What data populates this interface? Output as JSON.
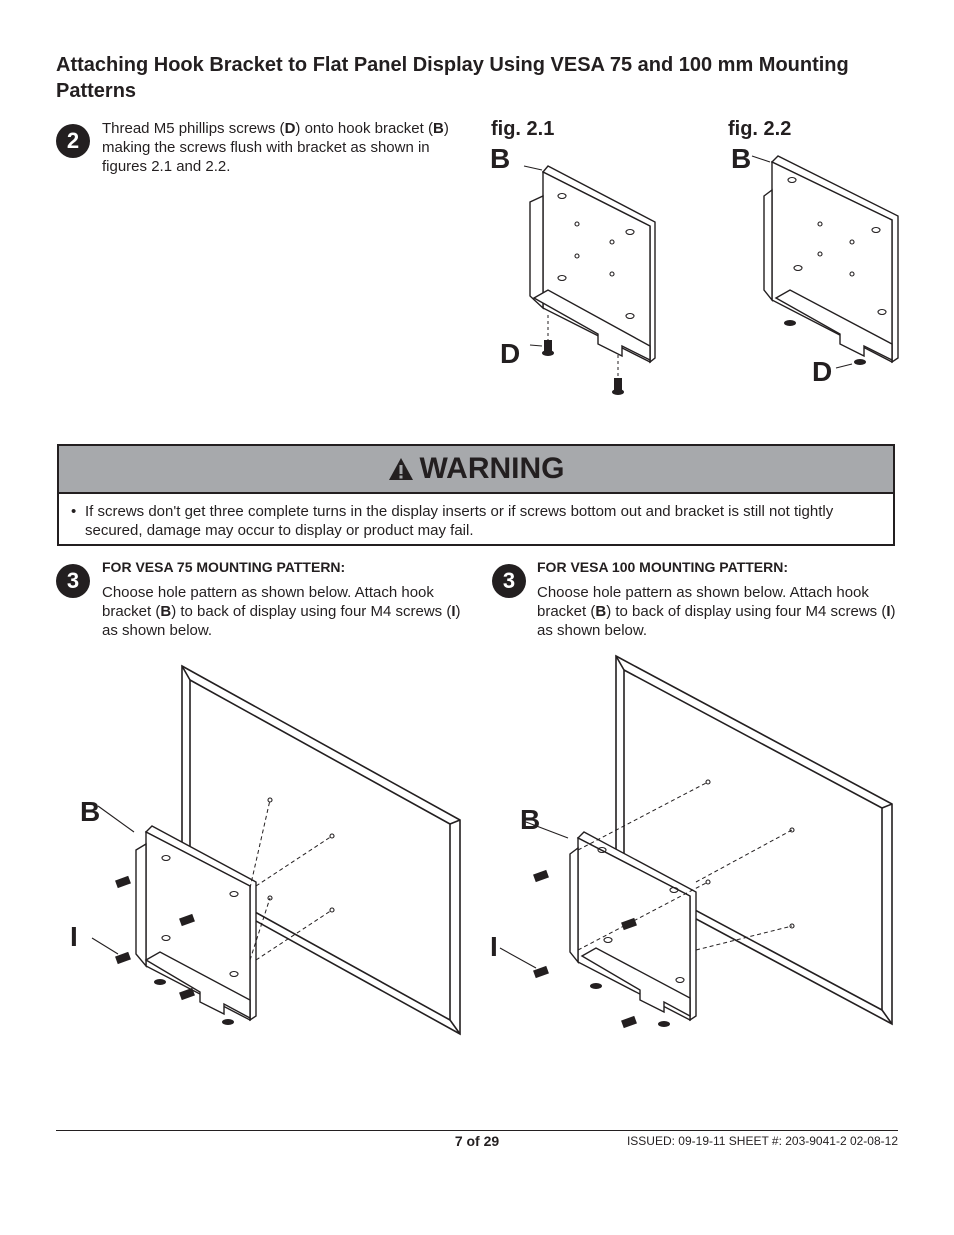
{
  "title": "Attaching Hook Bracket to Flat Panel Display Using VESA 75 and 100 mm Mounting Patterns",
  "step2": {
    "number": "2",
    "text_a": "Thread M5 phillips screws (",
    "text_b": "D",
    "text_c": ") onto hook bracket (",
    "text_d": "B",
    "text_e": ") making the screws flush with bracket as shown in figures 2.1 and 2.2."
  },
  "figures": {
    "fig1_label": "fig. 2.1",
    "fig2_label": "fig. 2.2",
    "callout_b": "B",
    "callout_d": "D",
    "callout_i": "I"
  },
  "warning": {
    "heading": "WARNING",
    "bullet": "•",
    "text": "If screws don't get three complete turns in the display inserts or if screws bottom out and bracket is still not tightly secured, damage may occur to display or product may fail."
  },
  "step3_left": {
    "number": "3",
    "heading": "FOR VESA 75 MOUNTING PATTERN:",
    "text_a": "Choose hole pattern as shown below. Attach hook bracket (",
    "text_b": "B",
    "text_c": ") to back of display using four M4 screws (",
    "text_d": "I",
    "text_e": ") as shown below."
  },
  "step3_right": {
    "number": "3",
    "heading": "FOR VESA 100 MOUNTING PATTERN:",
    "text_a": "Choose hole pattern as shown below. Attach hook bracket (",
    "text_b": "B",
    "text_c": ") to back of display using four M4 screws (",
    "text_d": "I",
    "text_e": ") as shown below."
  },
  "footer": {
    "page": "7 of 29",
    "issued": "ISSUED: 09-19-11   SHEET #: 203-9041-2  02-08-12"
  }
}
